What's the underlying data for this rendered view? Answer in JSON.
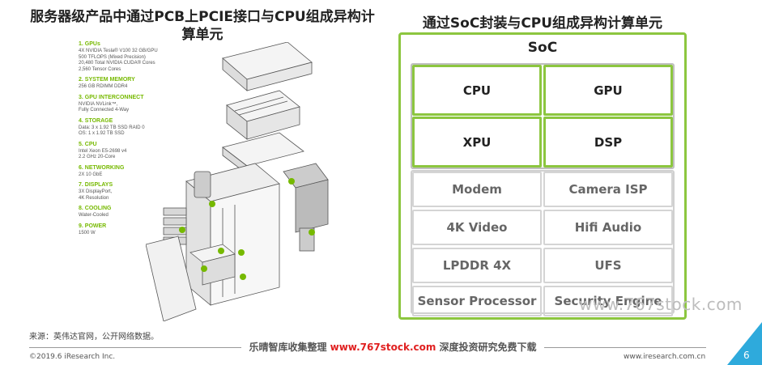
{
  "left_title": "服务器级产品中通过PCB上PCIE接口与CPU组成异构计算单元",
  "right_title": "通过SoC封装与CPU组成异构计算单元",
  "specs": [
    {
      "title": "1. GPUs",
      "lines": [
        "4X NVIDIA Tesla® V100 32 GB/GPU",
        "500 TFLOPS (Mixed Precision)",
        "20,480 Total NVIDIA CUDA® Cores",
        "2,560 Tensor Cores"
      ]
    },
    {
      "title": "2. SYSTEM MEMORY",
      "lines": [
        "256 GB RDIMM DDR4"
      ]
    },
    {
      "title": "3. GPU INTERCONNECT",
      "lines": [
        "NVIDIA NVLink™,",
        "Fully Connected 4-Way"
      ]
    },
    {
      "title": "4. STORAGE",
      "lines": [
        "Data: 3 x 1.92 TB SSD RAID 0",
        "OS:   1 x 1.92 TB SSD"
      ]
    },
    {
      "title": "5. CPU",
      "lines": [
        "Intel Xeon E5-2698 v4",
        "2.2 GHz 20-Core"
      ]
    },
    {
      "title": "6. NETWORKING",
      "lines": [
        "2X 10 GbE"
      ]
    },
    {
      "title": "7. DISPLAYS",
      "lines": [
        "3X DisplayPort,",
        "4K Resolution"
      ]
    },
    {
      "title": "8. COOLING",
      "lines": [
        "Water-Cooled"
      ]
    },
    {
      "title": "9. POWER",
      "lines": [
        "1500 W"
      ]
    }
  ],
  "soc": {
    "title": "SoC",
    "core_units": [
      "CPU",
      "GPU",
      "XPU",
      "DSP"
    ],
    "other_units": [
      "Modem",
      "Camera ISP",
      "4K Video",
      "Hifi Audio",
      "LPDDR 4X",
      "UFS",
      "Sensor Processor",
      "Security Engine"
    ]
  },
  "watermark": "www.767stock.com",
  "source": "来源：英伟达官网，公开网络数据。",
  "banner": {
    "prefix": "乐晴智库收集整理 ",
    "url": "www.767stock.com",
    "suffix": " 深度投资研究免费下载"
  },
  "copyright": "©2019.6 iResearch Inc.",
  "website": "www.iresearch.com.cn",
  "page_number": "6",
  "colors": {
    "accent_green": "#8cc63f",
    "nvidia_green": "#76b900",
    "page_tab_blue": "#2eaadc"
  }
}
